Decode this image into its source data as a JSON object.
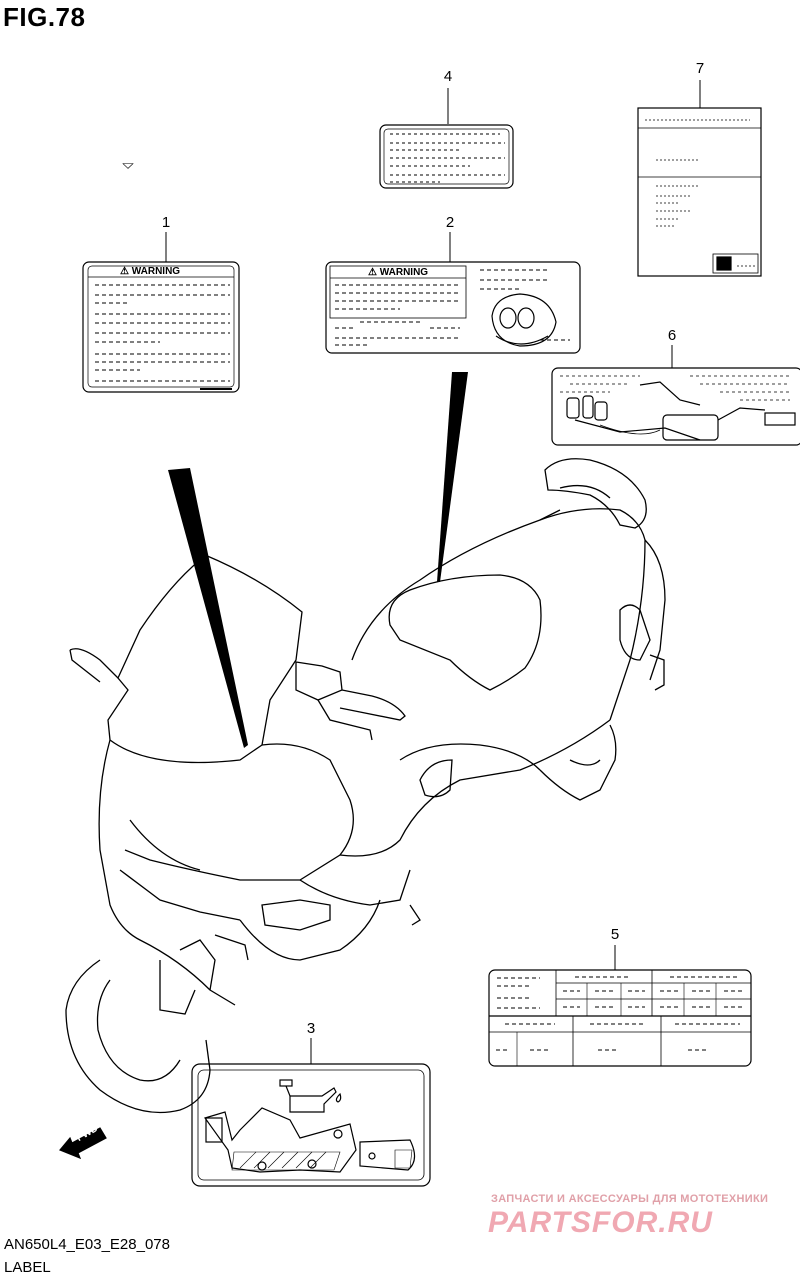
{
  "figure": {
    "title": "FIG.78",
    "code": "AN650L4_E03_E28_078",
    "name": "LABEL"
  },
  "callouts": [
    "1",
    "2",
    "3",
    "4",
    "5",
    "6",
    "7"
  ],
  "labels": {
    "warning_1": "WARNING",
    "warning_2": "WARNING",
    "fwd": "FWD"
  },
  "watermark": {
    "subtitle": "ЗАПЧАСТИ И АКСЕССУАРЫ ДЛЯ МОТОТЕХНИКИ",
    "brand": "PARTSFOR.RU",
    "color": "#f0a8b2"
  },
  "colors": {
    "line": "#000000",
    "background": "#ffffff"
  }
}
